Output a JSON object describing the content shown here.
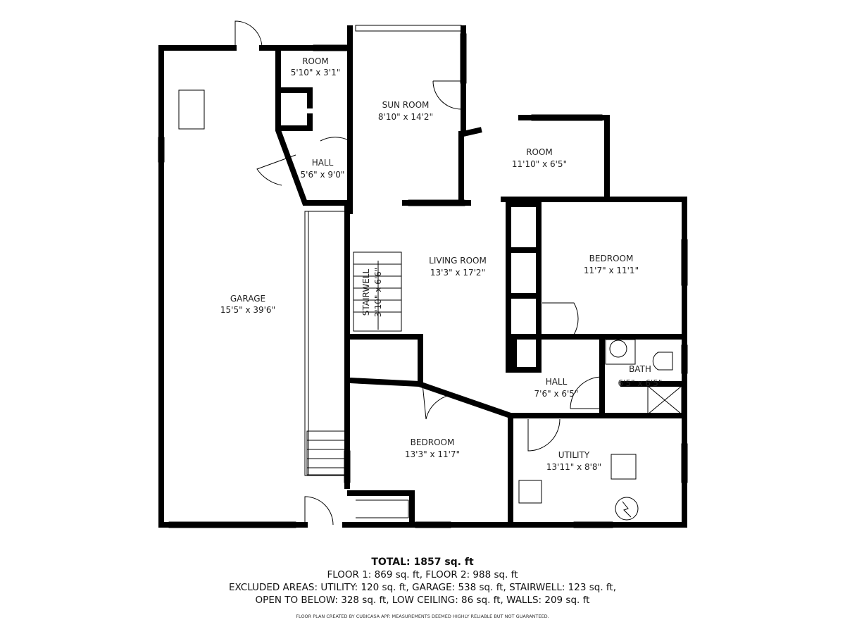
{
  "rooms": {
    "garage": {
      "name": "GARAGE",
      "size": "15'5\" x 39'6\""
    },
    "room_small": {
      "name": "ROOM",
      "size": "5'10\" x 3'1\""
    },
    "hall_upper": {
      "name": "HALL",
      "size": "5'6\" x 9'0\""
    },
    "sun_room": {
      "name": "SUN ROOM",
      "size": "8'10\" x 14'2\""
    },
    "room_right": {
      "name": "ROOM",
      "size": "11'10\" x 6'5\""
    },
    "living_room": {
      "name": "LIVING ROOM",
      "size": "13'3\" x 17'2\""
    },
    "stairwell": {
      "name": "STAIRWELL",
      "size": "3'10\" x 6'6\""
    },
    "bedroom_right": {
      "name": "BEDROOM",
      "size": "11'7\" x 11'1\""
    },
    "hall_lower": {
      "name": "HALL",
      "size": "7'6\" x 6'5\""
    },
    "bath": {
      "name": "BATH",
      "size": "6'5\" x 6'5\""
    },
    "bedroom_lower": {
      "name": "BEDROOM",
      "size": "13'3\" x 11'7\""
    },
    "utility": {
      "name": "UTILITY",
      "size": "13'11\" x 8'8\""
    }
  },
  "summary": {
    "total": "TOTAL: 1857 sq. ft",
    "floors": "FLOOR 1: 869 sq. ft, FLOOR 2: 988 sq. ft",
    "excluded_1": "EXCLUDED AREAS: UTILITY: 120 sq. ft, GARAGE: 538 sq. ft, STAIRWELL: 123 sq. ft,",
    "excluded_2": "OPEN TO BELOW: 328 sq. ft, LOW CEILING: 86 sq. ft, WALLS: 209 sq. ft",
    "disclaimer": "FLOOR PLAN CREATED BY CUBICASA APP. MEASUREMENTS DEEMED HIGHLY RELIABLE BUT NOT GUARANTEED."
  }
}
